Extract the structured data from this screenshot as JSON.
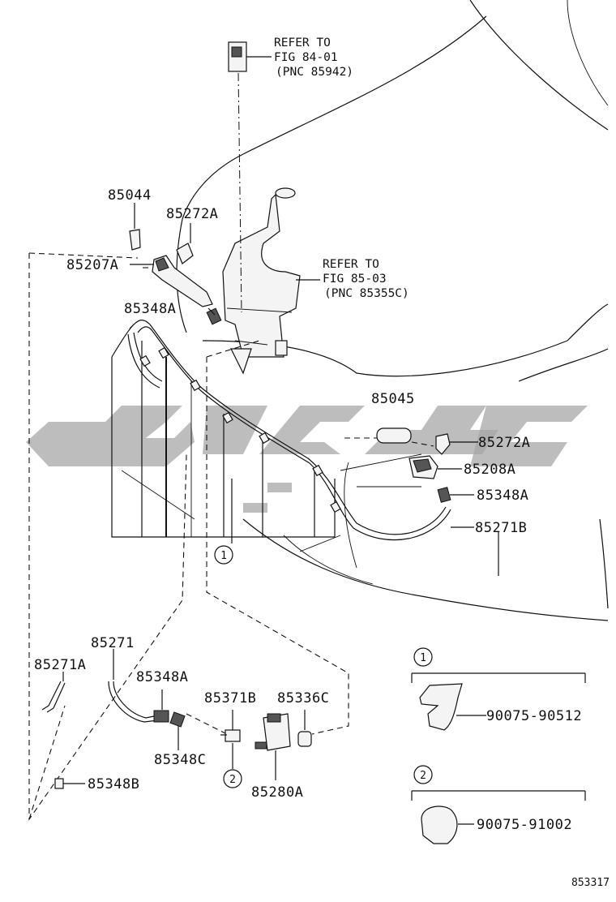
{
  "diagram_id": "853317",
  "references": [
    {
      "line1": "REFER TO",
      "line2": "FIG 84-01",
      "line3": "(PNC 85942)"
    },
    {
      "line1": "REFER TO",
      "line2": "FIG 85-03",
      "line3": "(PNC 85355C)"
    }
  ],
  "parts": {
    "p85044": "85044",
    "p85272A_top": "85272A",
    "p85207A": "85207A",
    "p85348A_top": "85348A",
    "p85045": "85045",
    "p85272A_right": "85272A",
    "p85208A": "85208A",
    "p85348A_right": "85348A",
    "p85271B": "85271B",
    "p85271": "85271",
    "p85271A": "85271A",
    "p85348A_bottom": "85348A",
    "p85371B": "85371B",
    "p85336C": "85336C",
    "p85348C": "85348C",
    "p85348B": "85348B",
    "p85280A": "85280A"
  },
  "callouts": {
    "c1": "1",
    "c2": "2"
  },
  "legend": [
    {
      "marker": "1",
      "part_number": "90075-90512"
    },
    {
      "marker": "2",
      "part_number": "90075-91002"
    }
  ]
}
